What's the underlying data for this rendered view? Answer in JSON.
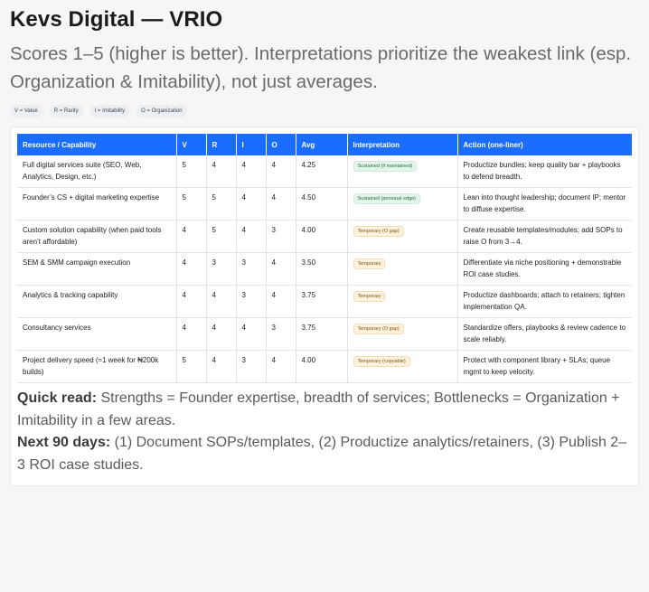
{
  "header": {
    "title": "Kevs Digital — VRIO",
    "subtitle": "Scores 1–5 (higher is better). Interpretations prioritize the weakest link (esp. Organization & Imitability), not just averages."
  },
  "legend": [
    "V = Value",
    "R = Rarity",
    "I = Imitability",
    "O = Organization"
  ],
  "table": {
    "columns": [
      "Resource / Capability",
      "V",
      "R",
      "I",
      "O",
      "Avg",
      "Interpretation",
      "Action (one-liner)"
    ],
    "rows": [
      {
        "resource": "Full digital services suite (SEO, Web, Analytics, Design, etc.)",
        "v": "5",
        "r": "4",
        "i": "4",
        "o": "4",
        "avg": "4.25",
        "interpretation": "Sustained (if maintained)",
        "kind": "sustained",
        "action": "Productize bundles; keep quality bar + playbooks to defend breadth."
      },
      {
        "resource": "Founder’s CS + digital marketing expertise",
        "v": "5",
        "r": "5",
        "i": "4",
        "o": "4",
        "avg": "4.50",
        "interpretation": "Sustained (personal edge)",
        "kind": "sustained",
        "action": "Lean into thought leadership; document IP; mentor to diffuse expertise."
      },
      {
        "resource": "Custom solution capability (when paid tools aren’t affordable)",
        "v": "4",
        "r": "5",
        "i": "4",
        "o": "3",
        "avg": "4.00",
        "interpretation": "Temporary (O gap)",
        "kind": "temporary",
        "action": "Create reusable templates/modules; add SOPs to raise O from 3→4."
      },
      {
        "resource": "SEM & SMM campaign execution",
        "v": "4",
        "r": "3",
        "i": "3",
        "o": "4",
        "avg": "3.50",
        "interpretation": "Temporary",
        "kind": "temporary",
        "action": "Differentiate via niche positioning + demonstrable ROI case studies."
      },
      {
        "resource": "Analytics & tracking capability",
        "v": "4",
        "r": "4",
        "i": "3",
        "o": "4",
        "avg": "3.75",
        "interpretation": "Temporary",
        "kind": "temporary",
        "action": "Productize dashboards; attach to retainers; tighten implementation QA."
      },
      {
        "resource": "Consultancy services",
        "v": "4",
        "r": "4",
        "i": "4",
        "o": "3",
        "avg": "3.75",
        "interpretation": "Temporary (O gap)",
        "kind": "temporary",
        "action": "Standardize offers, playbooks & review cadence to scale reliably."
      },
      {
        "resource": "Project delivery speed (≈1 week for ₦200k builds)",
        "v": "5",
        "r": "4",
        "i": "3",
        "o": "4",
        "avg": "4.00",
        "interpretation": "Temporary (copyable)",
        "kind": "temporary",
        "action": "Protect with component library + SLAs; queue mgmt to keep velocity."
      }
    ]
  },
  "notes": {
    "quick_label": "Quick read:",
    "quick_text": "Strengths = Founder expertise, breadth of services; Bottlenecks = Organization + Imitability in a few areas.",
    "next_label": "Next 90 days:",
    "next_text": "(1) Document SOPs/templates, (2) Productize analytics/retainers, (3) Publish 2–3 ROI case studies."
  }
}
